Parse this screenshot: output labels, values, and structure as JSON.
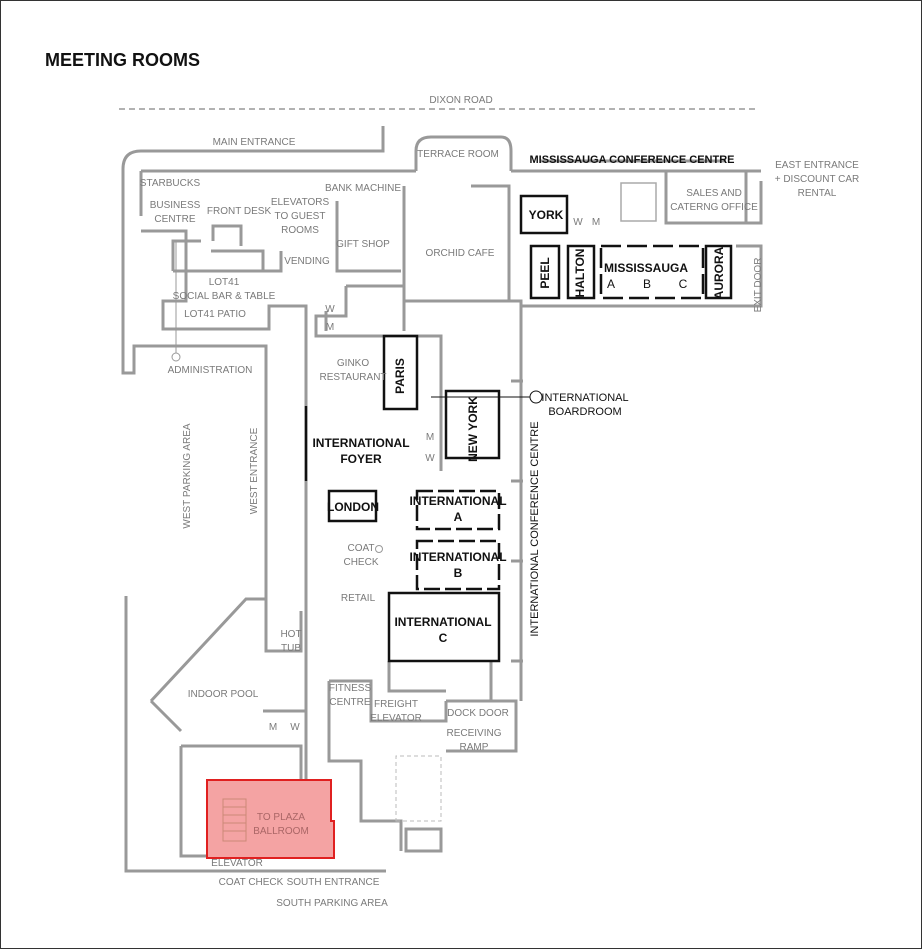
{
  "title": "MEETING ROOMS",
  "highlight_color": "#f4a3a3",
  "labels": {
    "dixon_road": "DIXON ROAD",
    "main_entrance": "MAIN ENTRANCE",
    "terrace_room": "TERRACE ROOM",
    "mississauga_cc": "MISSISSAUGA CONFERENCE CENTRE",
    "east_entrance": "EAST ENTRANCE\n+ DISCOUNT CAR RENTAL",
    "starbucks": "STARBUCKS",
    "business_centre": "BUSINESS\nCENTRE",
    "front_desk": "FRONT DESK",
    "elevators": "ELEVATORS\nTO GUEST\nROOMS",
    "bank_machine": "BANK MACHINE",
    "gift_shop": "GIFT SHOP",
    "orchid_cafe": "ORCHID CAFE",
    "sales_office": "SALES AND\nCATERNG OFFICE",
    "vending": "VENDING",
    "lot41": "LOT41\nSOCIAL BAR & TABLE",
    "lot41_patio": "LOT41 PATIO",
    "administration": "ADMINISTRATION",
    "ginko": "GINKO\nRESTAURANT",
    "west_parking": "WEST PARKING AREA",
    "west_entrance": "WEST ENTRANCE",
    "international_foyer": "INTERNATIONAL\nFOYER",
    "international_boardroom": "INTERNATIONAL\nBOARDROOM",
    "icc": "INTERNATIONAL CONFERENCE CENTRE",
    "coat_check_1": "COAT\nCHECK",
    "retail": "RETAIL",
    "hot_tub": "HOT\nTUB",
    "indoor_pool": "INDOOR POOL",
    "fitness": "FITNESS\nCENTRE",
    "freight_elevator": "FREIGHT\nELEVATOR",
    "dock_door": "DOCK DOOR",
    "receiving_ramp": "RECEIVING\nRAMP",
    "elevator": "ELEVATOR",
    "coat_check_2": "COAT CHECK",
    "south_entrance": "SOUTH ENTRANCE",
    "south_parking": "SOUTH PARKING AREA",
    "exit_door": "EXIT DOOR",
    "w": "W",
    "m": "M"
  },
  "rooms": {
    "york": "YORK",
    "peel": "PEEL",
    "halton": "HALTON",
    "mississauga": "MISSISSAUGA",
    "mississauga_a": "A",
    "mississauga_b": "B",
    "mississauga_c": "C",
    "aurora": "AURORA",
    "paris": "PARIS",
    "new_york": "NEW YORK",
    "london": "LONDON",
    "international_a": "INTERNATIONAL\nA",
    "international_b": "INTERNATIONAL\nB",
    "international_c": "INTERNATIONAL\nC",
    "plaza_ballroom": "TO PLAZA\nBALLROOM"
  }
}
